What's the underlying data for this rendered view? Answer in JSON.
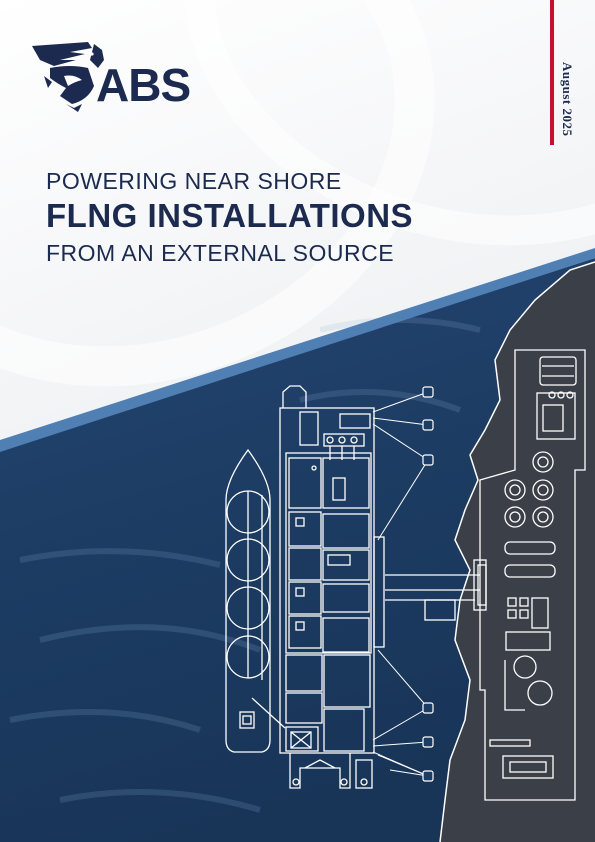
{
  "brand": {
    "name": "ABS"
  },
  "cover": {
    "title_line1": "POWERING NEAR SHORE",
    "title_line2": "FLNG INSTALLATIONS",
    "title_line3": "FROM AN EXTERNAL SOURCE",
    "date": "August 2025"
  },
  "colors": {
    "navy": "#1b2a4e",
    "sea": "#1f3d64",
    "shore": "#3b3f48",
    "accent_red": "#c8102e",
    "accent_blue": "#4f7fb3"
  },
  "illustration": {
    "subject": "FLNG vessel moored alongside LNG carrier near shore with power cable to onshore facility"
  }
}
